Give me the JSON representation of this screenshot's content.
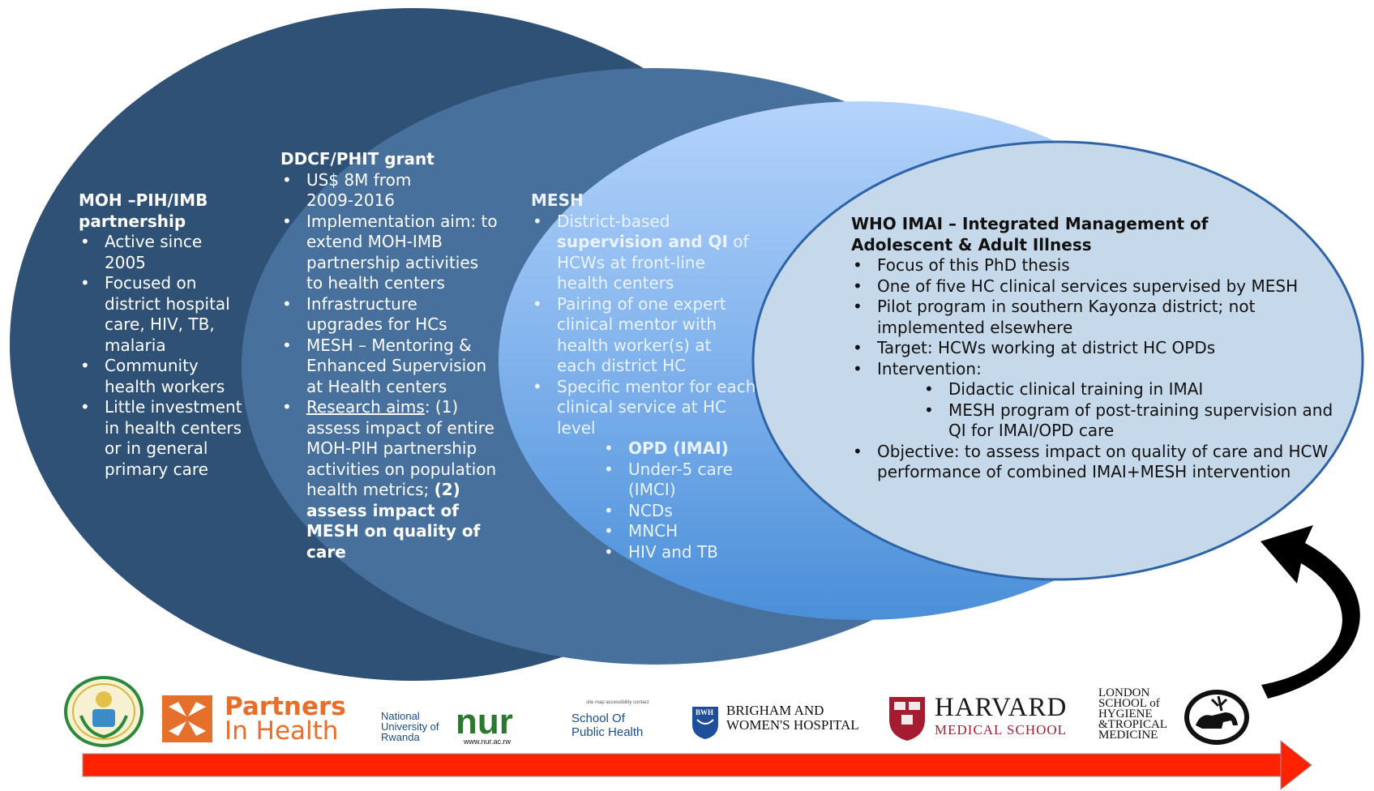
{
  "colors": {
    "ellipse1": "#2f5175",
    "ellipse2": "#47709c",
    "ellipse3_top": "#a9cbf6",
    "ellipse3_bottom": "#4a8fd9",
    "ellipse4": "#c6d9ea",
    "arrow_red": "#ff2200",
    "pih_orange": "#e56f2b",
    "harvard_red": "#a51c30"
  },
  "moh": {
    "title_1": "MOH –PIH/IMB",
    "title_2": "partnership",
    "items": [
      "Active since 2005",
      "Focused on district hospital care, HIV, TB, malaria",
      "Community health workers",
      "Little investment in health centers or in general primary care"
    ]
  },
  "ddcf": {
    "title": "DDCF/PHIT grant",
    "items": [
      "US$ 8M from 2009-2016",
      "Implementation aim: to extend MOH-IMB partnership activities to health centers",
      "Infrastructure upgrades for HCs",
      "MESH – Mentoring & Enhanced Supervision at Health centers"
    ],
    "research_label": "Research aims",
    "research_text_1": ": (1) assess impact of entire MOH-PIH partnership activities on population health metrics; ",
    "research_text_bold": "(2) assess impact of MESH on quality of care"
  },
  "mesh": {
    "title": "MESH",
    "item1_pre": "District-based ",
    "item1_bold": "supervision and QI",
    "item1_post": " of HCWs at front-line health centers",
    "item2": "Pairing of one expert clinical mentor with health worker(s) at each district HC",
    "item3": "Specific mentor for each clinical service at HC level",
    "sub_bold": "OPD (IMAI)",
    "sub_items": [
      "Under-5 care (IMCI)",
      "NCDs",
      "MNCH",
      "HIV and TB"
    ]
  },
  "who": {
    "title_1": "WHO IMAI – Integrated Management of",
    "title_2": "Adolescent & Adult Illness",
    "items": [
      "Focus of this PhD thesis",
      "One of five HC clinical services supervised by MESH",
      "Pilot program in southern Kayonza district; not implemented elsewhere",
      "Target: HCWs working at district HC OPDs",
      "Intervention:"
    ],
    "sub_items": [
      "Didactic clinical training in IMAI",
      "MESH program of post-training supervision and QI for IMAI/OPD care"
    ],
    "last_item": "Objective: to assess impact on quality of care and HCW performance of combined IMAI+MESH intervention"
  },
  "logos": {
    "pih_1": "Partners",
    "pih_2": "In Health",
    "nur_1": "National",
    "nur_2": "University of",
    "nur_3": "Rwanda",
    "nur_mark": "nur",
    "nur_url": "www.nur.ac.rw",
    "sph_small": "site map   accessibility   contact",
    "sph_1": "School Of",
    "sph_2": "Public Health",
    "bwh_badge": "BWH",
    "bwh_1": "BRIGHAM AND",
    "bwh_2": "WOMEN'S HOSPITAL",
    "harvard_1": "HARVARD",
    "harvard_2": "MEDICAL SCHOOL",
    "lshtm_1": "LONDON",
    "lshtm_2": "SCHOOL of",
    "lshtm_3": "HYGIENE",
    "lshtm_4": "&TROPICAL",
    "lshtm_5": "MEDICINE"
  }
}
